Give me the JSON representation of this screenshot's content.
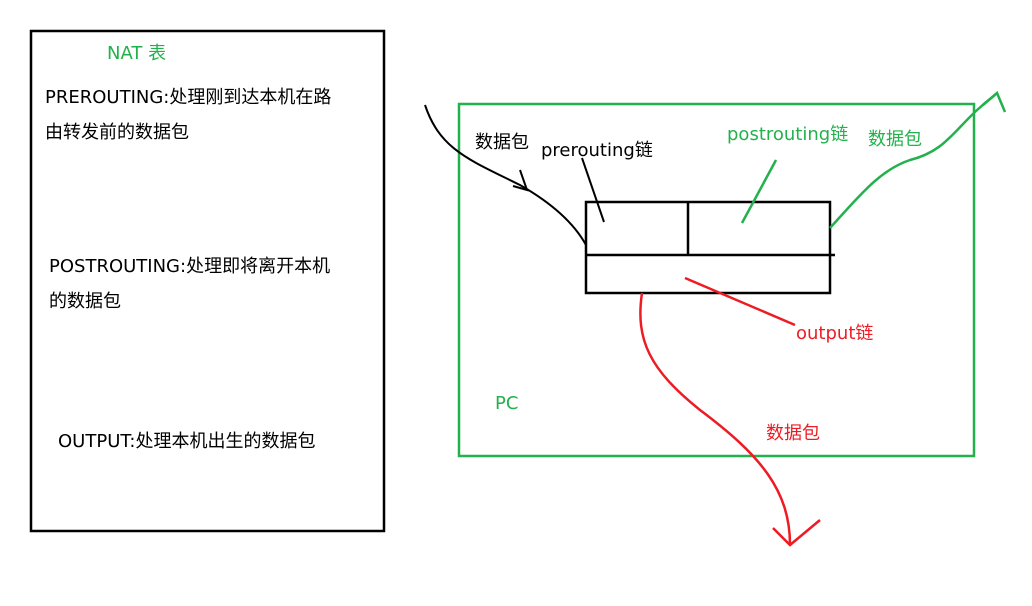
{
  "colors": {
    "black": "#000000",
    "green": "#22b14c",
    "red": "#ed1c24"
  },
  "nat_panel": {
    "title": "NAT  表",
    "prerouting": [
      "PREROUTING:处理刚到达本机在路",
      "由转发前的数据包"
    ],
    "postrouting": [
      "POSTROUTING:处理即将离开本机",
      "的数据包"
    ],
    "output": [
      "OUTPUT:处理本机出生的数据包"
    ]
  },
  "pc_diagram": {
    "pc_label": "PC",
    "incoming_packet": "数据包",
    "prerouting_chain": "prerouting链",
    "postrouting_chain": "postrouting链",
    "outgoing_packet_post": "数据包",
    "output_chain": "output链",
    "outgoing_packet_output": "数据包"
  }
}
